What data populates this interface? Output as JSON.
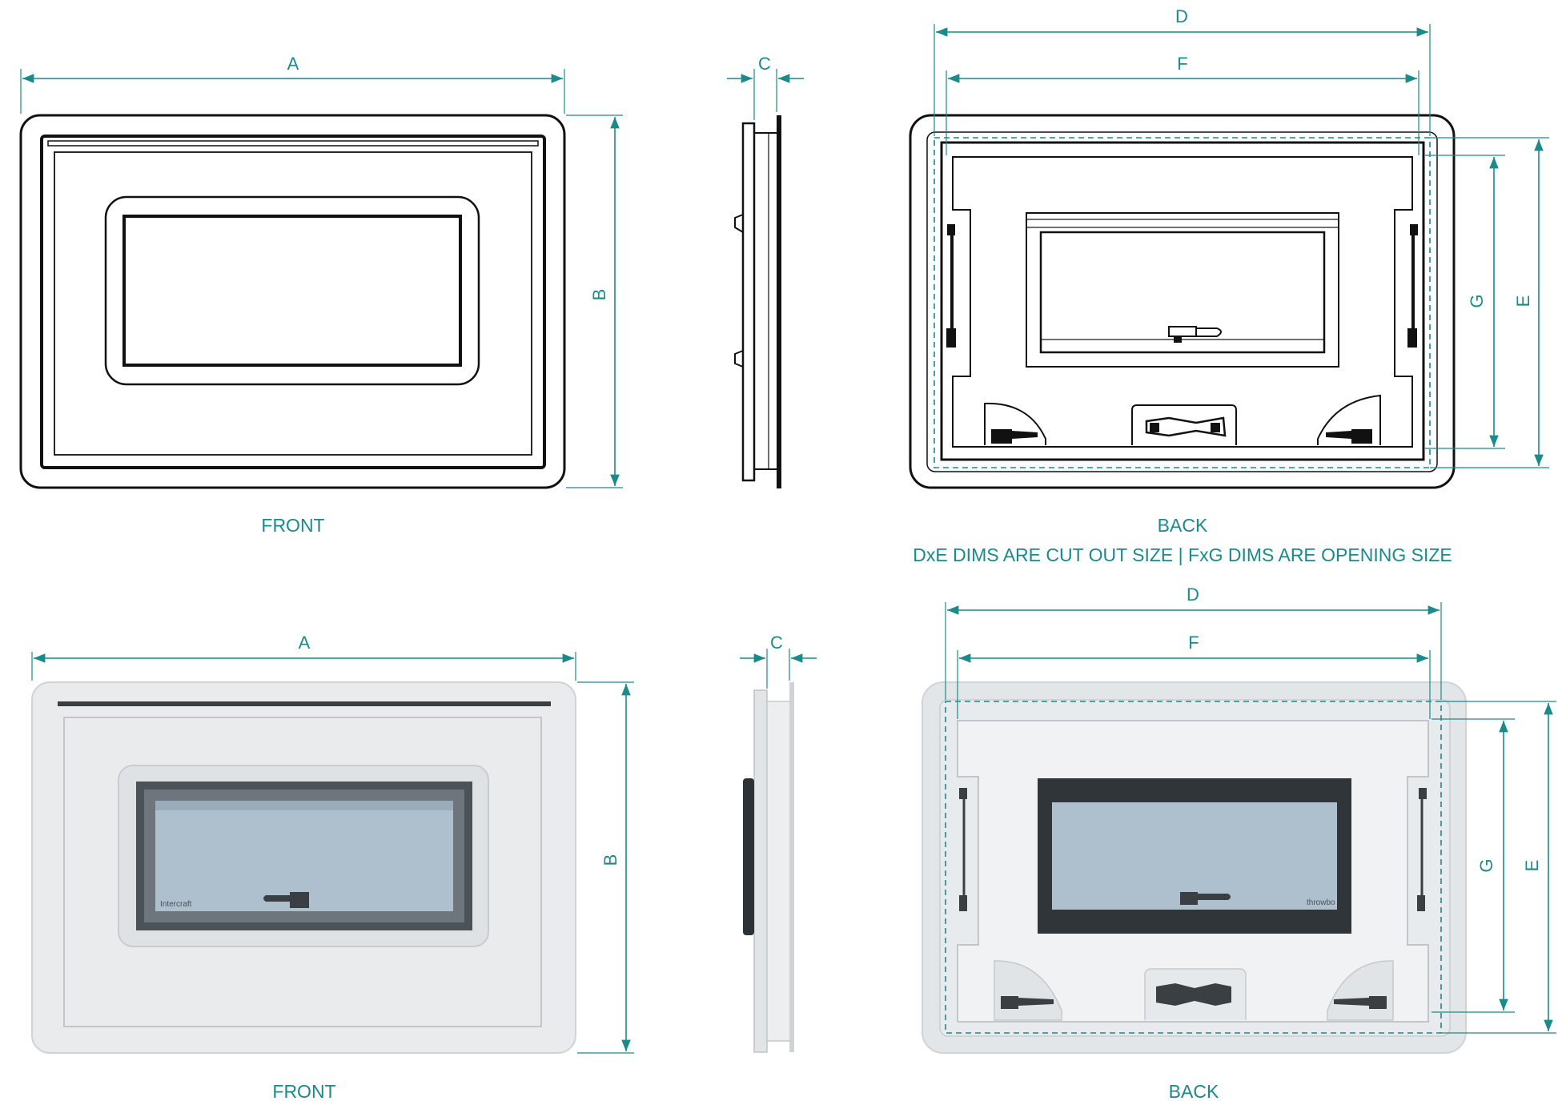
{
  "colors": {
    "dimension": "#1a8a8a",
    "outline": "#111111",
    "glass": "#aebfcd",
    "frame": "#4a5258",
    "body": "#e6e8ea"
  },
  "labels": {
    "top_front_width": "A",
    "top_front_height": "B",
    "top_side_depth": "C",
    "top_back_cutout_width": "D",
    "top_back_opening_width": "F",
    "top_back_opening_height": "G",
    "top_back_cutout_height": "E",
    "bottom_front_width": "A",
    "bottom_front_height": "B",
    "bottom_side_depth": "C",
    "bottom_back_cutout_width": "D",
    "bottom_back_opening_width": "F",
    "bottom_back_opening_height": "G",
    "bottom_back_cutout_height": "E"
  },
  "captions": {
    "top_front": "FRONT",
    "top_back": "BACK",
    "note": "DxE DIMS ARE CUT OUT SIZE | FxG DIMS ARE OPENING SIZE",
    "bottom_front": "FRONT",
    "bottom_back": "BACK"
  },
  "brand_marks": {
    "front_glass": "Intercraft",
    "back_glass": "throwbo"
  }
}
